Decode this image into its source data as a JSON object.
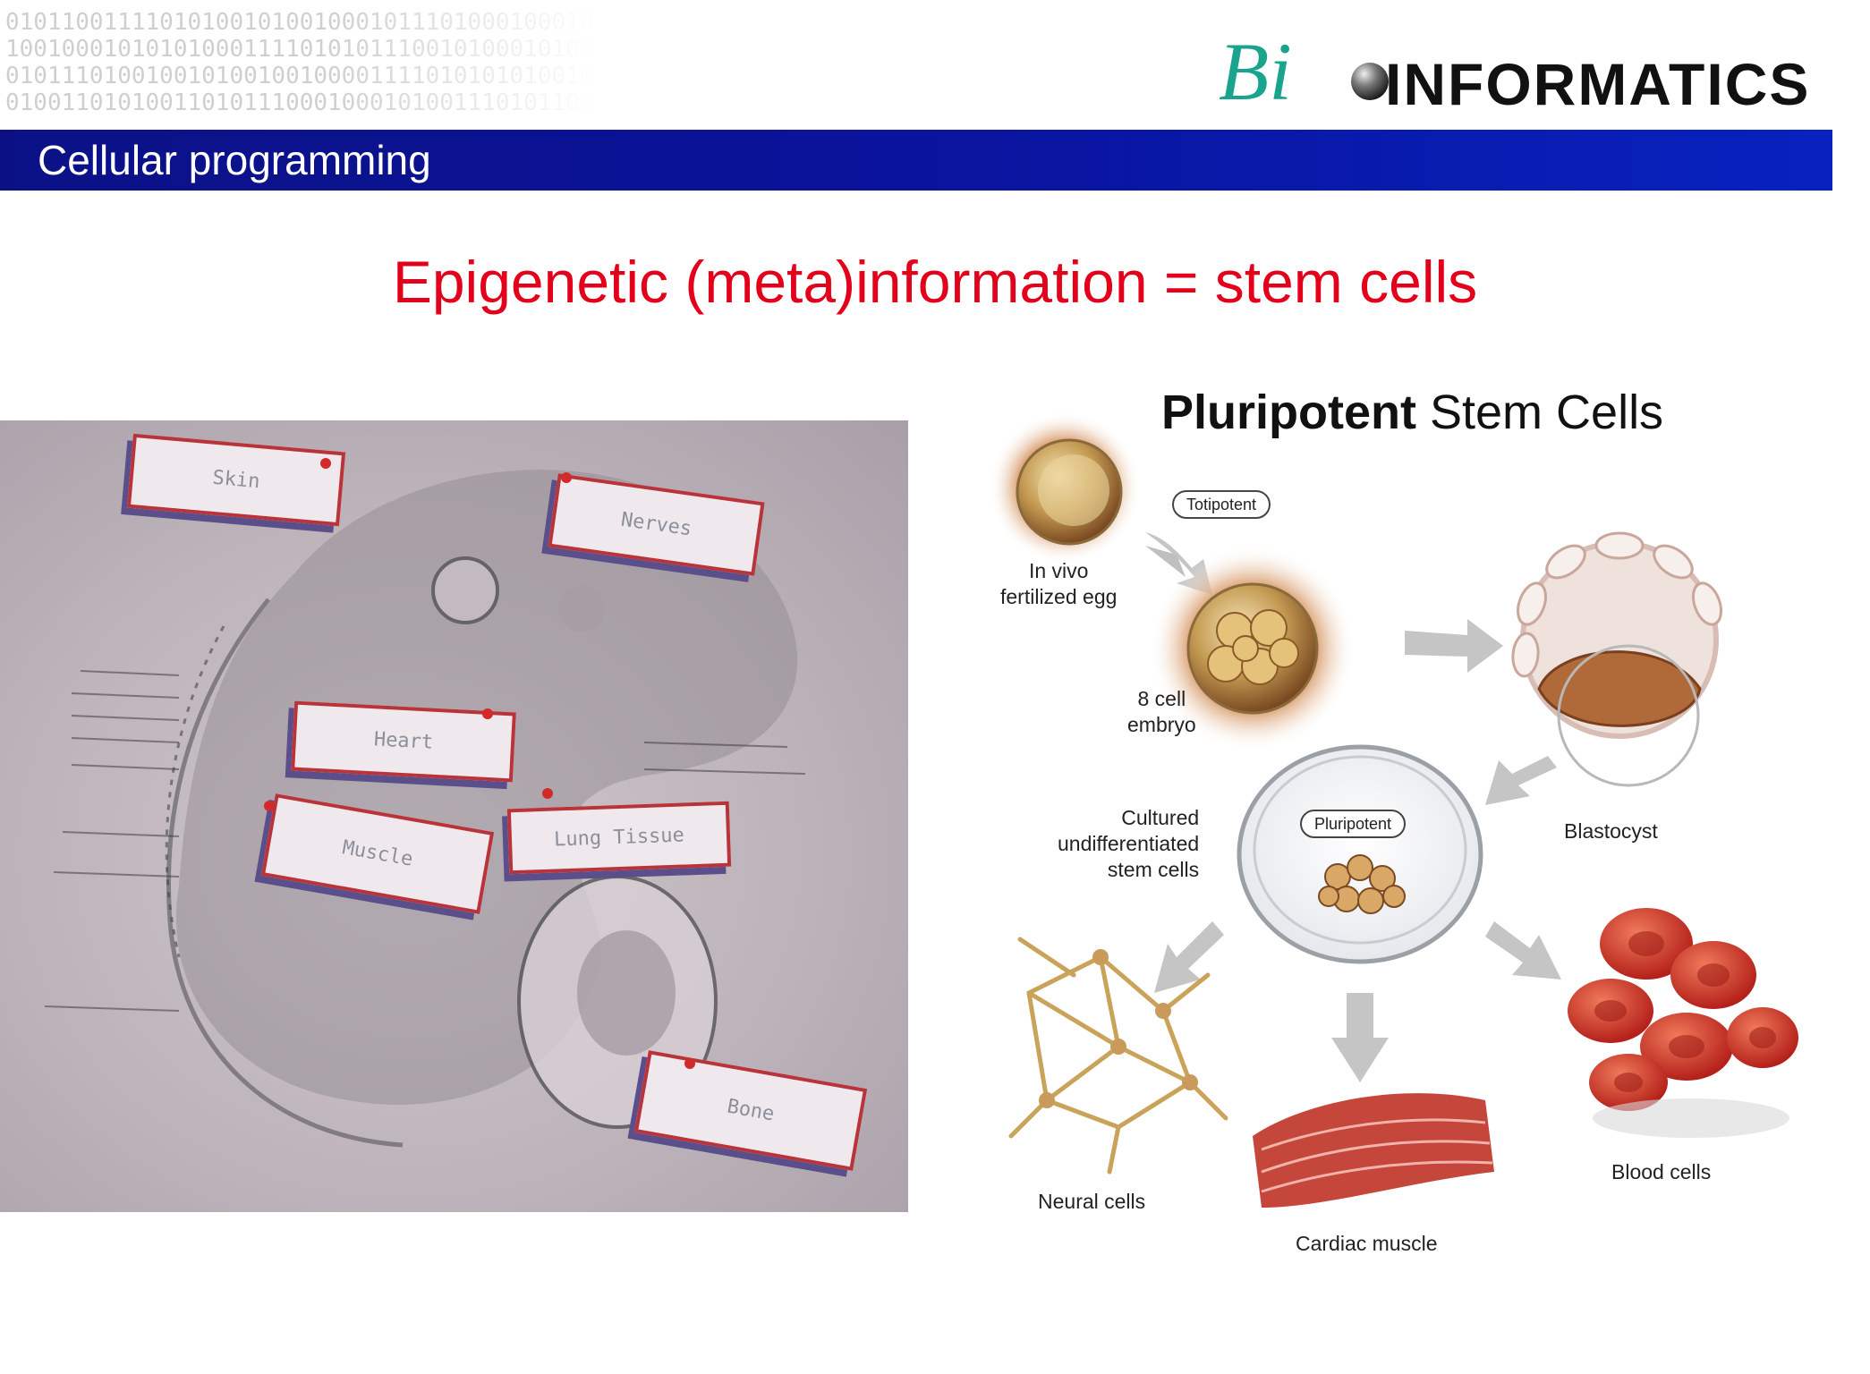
{
  "header": {
    "binary_lines": [
      "01011001111010100101001000101110100010001000",
      "10010001010101000111101010111001010001010101",
      "01011101001001010010010000111101010101001011",
      "01001101010011010111000100010100111010110101"
    ],
    "logo": {
      "mark": "Bi",
      "word": "INFORMATICS",
      "color": "#1aa48e"
    }
  },
  "banner": {
    "title": "Cellular programming",
    "color": "#0a139c"
  },
  "slide": {
    "title": "Epigenetic (meta)information = stem cells",
    "title_color": "#e3001b"
  },
  "embryo_photo": {
    "tags": [
      "Skin",
      "Nerves",
      "Heart",
      "Muscle",
      "Lung Tissue",
      "Bone"
    ]
  },
  "diagram": {
    "title_bold": "Pluripotent",
    "title_rest": "Stem Cells",
    "pill_totipotent": "Totipotent",
    "pill_pluripotent": "Pluripotent",
    "labels": {
      "egg": [
        "In vivo",
        "fertilized egg"
      ],
      "embryo": [
        "8 cell",
        "embryo"
      ],
      "blastocyst": "Blastocyst",
      "cultured": [
        "Cultured",
        "undifferentiated",
        "stem cells"
      ],
      "neural": "Neural cells",
      "cardiac": "Cardiac muscle",
      "blood": "Blood cells"
    }
  }
}
